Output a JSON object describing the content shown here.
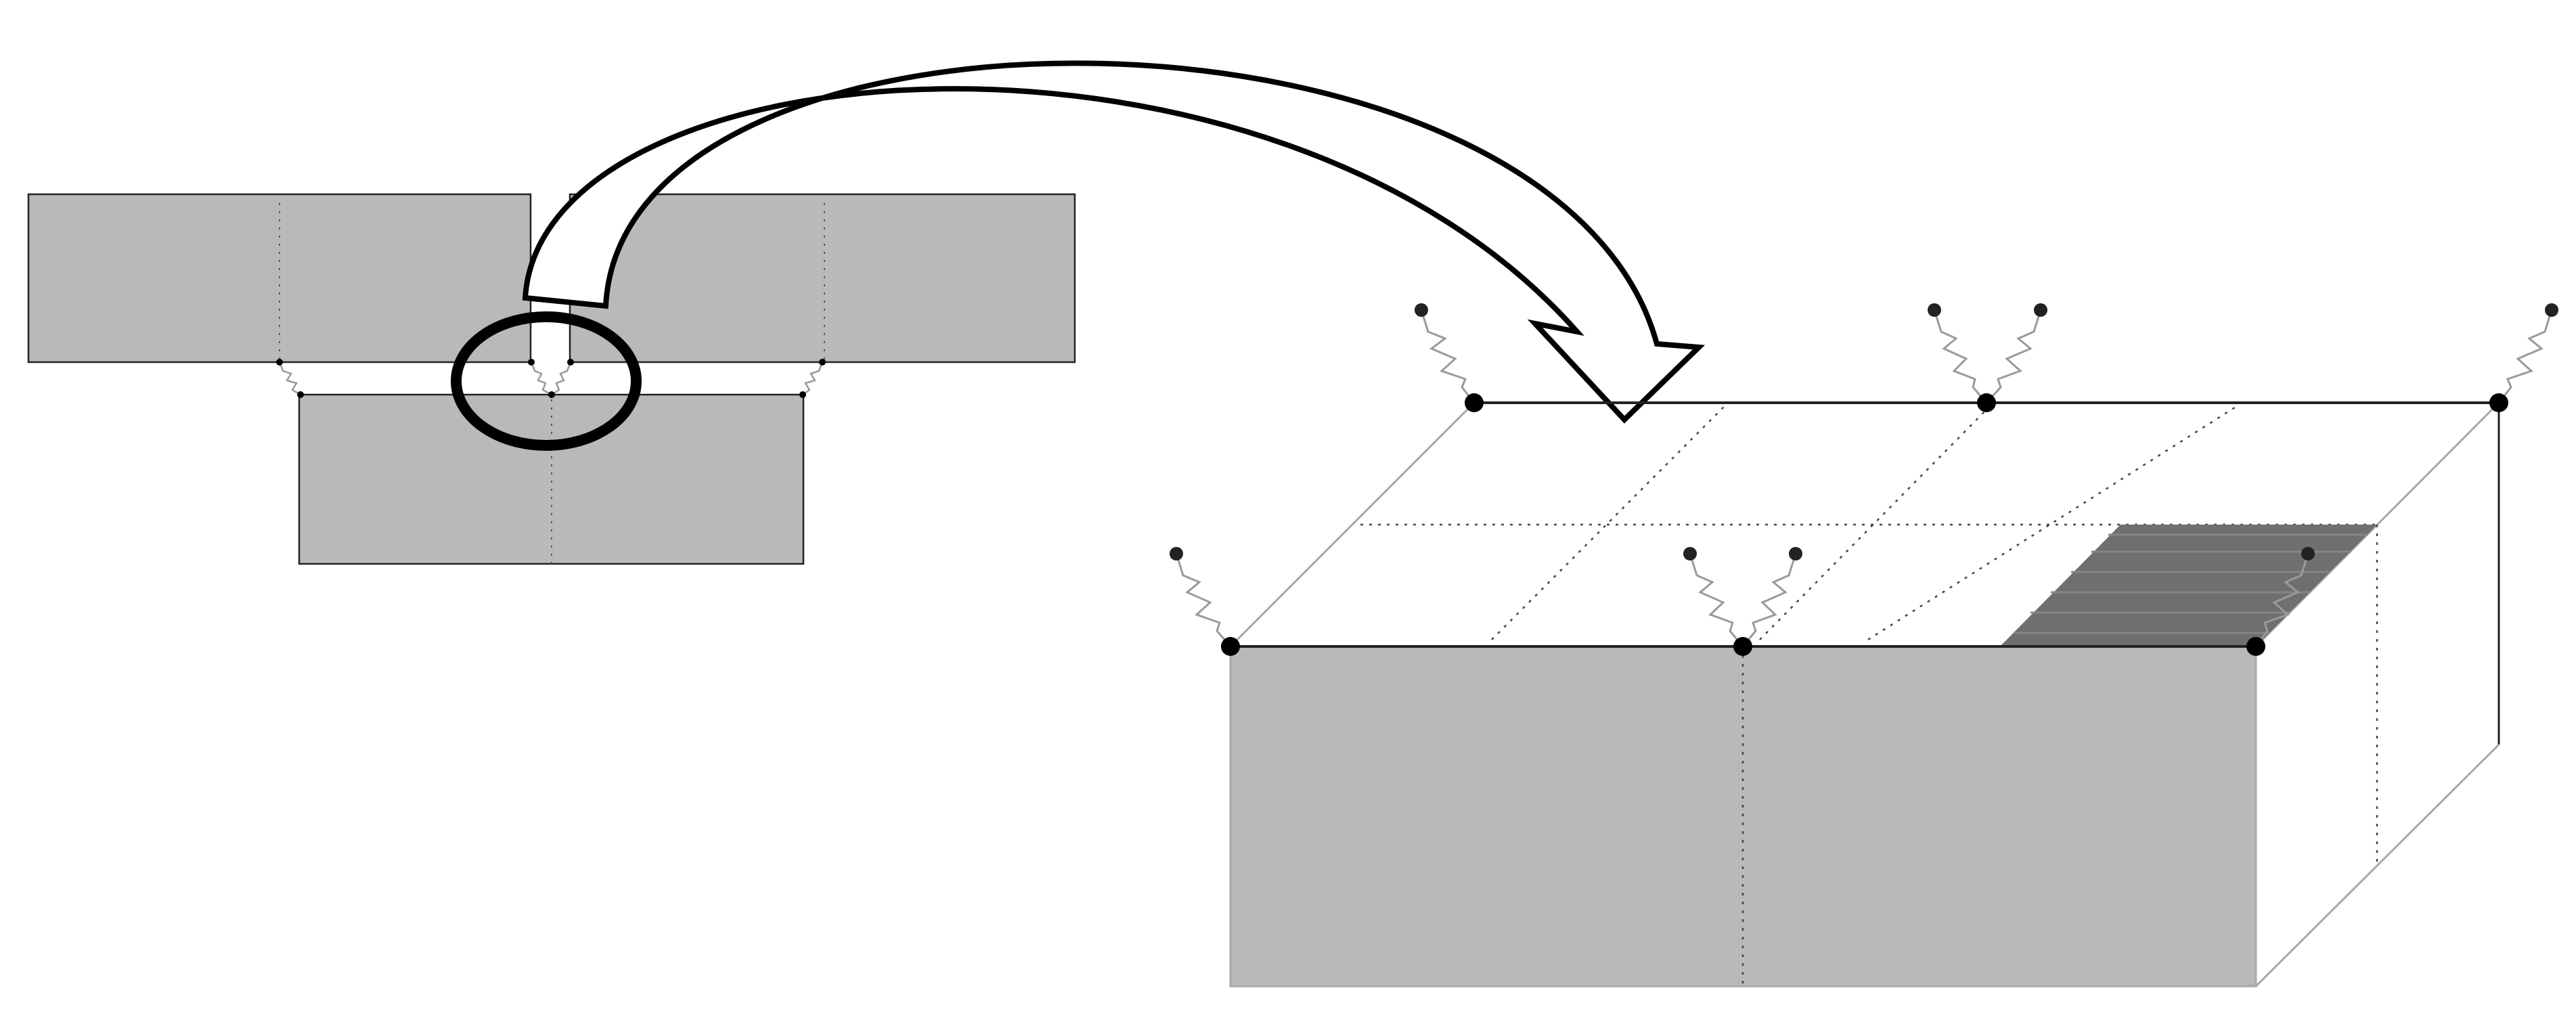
{
  "diagram": {
    "type": "schematic",
    "description_visible_text": [],
    "colors": {
      "background": "#ffffff",
      "block_fill": "#b9b9b9",
      "block_stroke": "#222222",
      "contact_patch": "#6f6f6f",
      "node": "#000000",
      "spring": "#9a9a9a",
      "face_edge": "#a8a8a8",
      "arrow_fill": "#ffffff",
      "arrow_stroke": "#000000"
    },
    "icons": {
      "highlight": "ellipse-highlight-icon",
      "transition": "curved-arrow-icon",
      "spring": "zigzag-spring-icon",
      "node": "filled-circle-node-icon"
    },
    "left_view": {
      "blocks": [
        "upper-left-block",
        "upper-right-block",
        "lower-block"
      ],
      "springs": 4,
      "nodes": 7
    },
    "right_view": {
      "blocks": [
        "3d-slab"
      ],
      "springs": 7,
      "nodes": 6
    }
  }
}
